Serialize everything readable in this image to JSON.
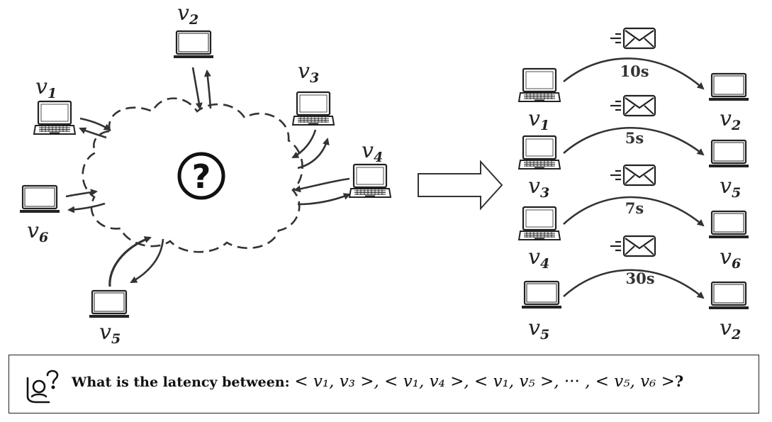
{
  "nodes": {
    "left": {
      "v1": {
        "base": "v",
        "sub": "1"
      },
      "v2": {
        "base": "v",
        "sub": "2"
      },
      "v3": {
        "base": "v",
        "sub": "3"
      },
      "v4": {
        "base": "v",
        "sub": "4"
      },
      "v5": {
        "base": "v",
        "sub": "5"
      },
      "v6": {
        "base": "v",
        "sub": "6"
      }
    }
  },
  "cloud": {
    "symbol": "?"
  },
  "measurements": [
    {
      "from": {
        "base": "v",
        "sub": "1"
      },
      "to": {
        "base": "v",
        "sub": "2"
      },
      "latency": "10s"
    },
    {
      "from": {
        "base": "v",
        "sub": "3"
      },
      "to": {
        "base": "v",
        "sub": "5"
      },
      "latency": "5s"
    },
    {
      "from": {
        "base": "v",
        "sub": "4"
      },
      "to": {
        "base": "v",
        "sub": "6"
      },
      "latency": "7s"
    },
    {
      "from": {
        "base": "v",
        "sub": "5"
      },
      "to": {
        "base": "v",
        "sub": "2"
      },
      "latency": "30s"
    }
  ],
  "question": {
    "prefix": "What is the latency between:",
    "pairs": "< v₁, v₃ >, < v₁, v₄ >, < v₁, v₅ >, ··· , < v₅, v₆ >",
    "suffix": "?"
  },
  "icons": {
    "laptop": "laptop-icon",
    "envelope": "envelope-icon",
    "thinking": "person-question-icon",
    "arrow": "right-arrow-icon"
  }
}
